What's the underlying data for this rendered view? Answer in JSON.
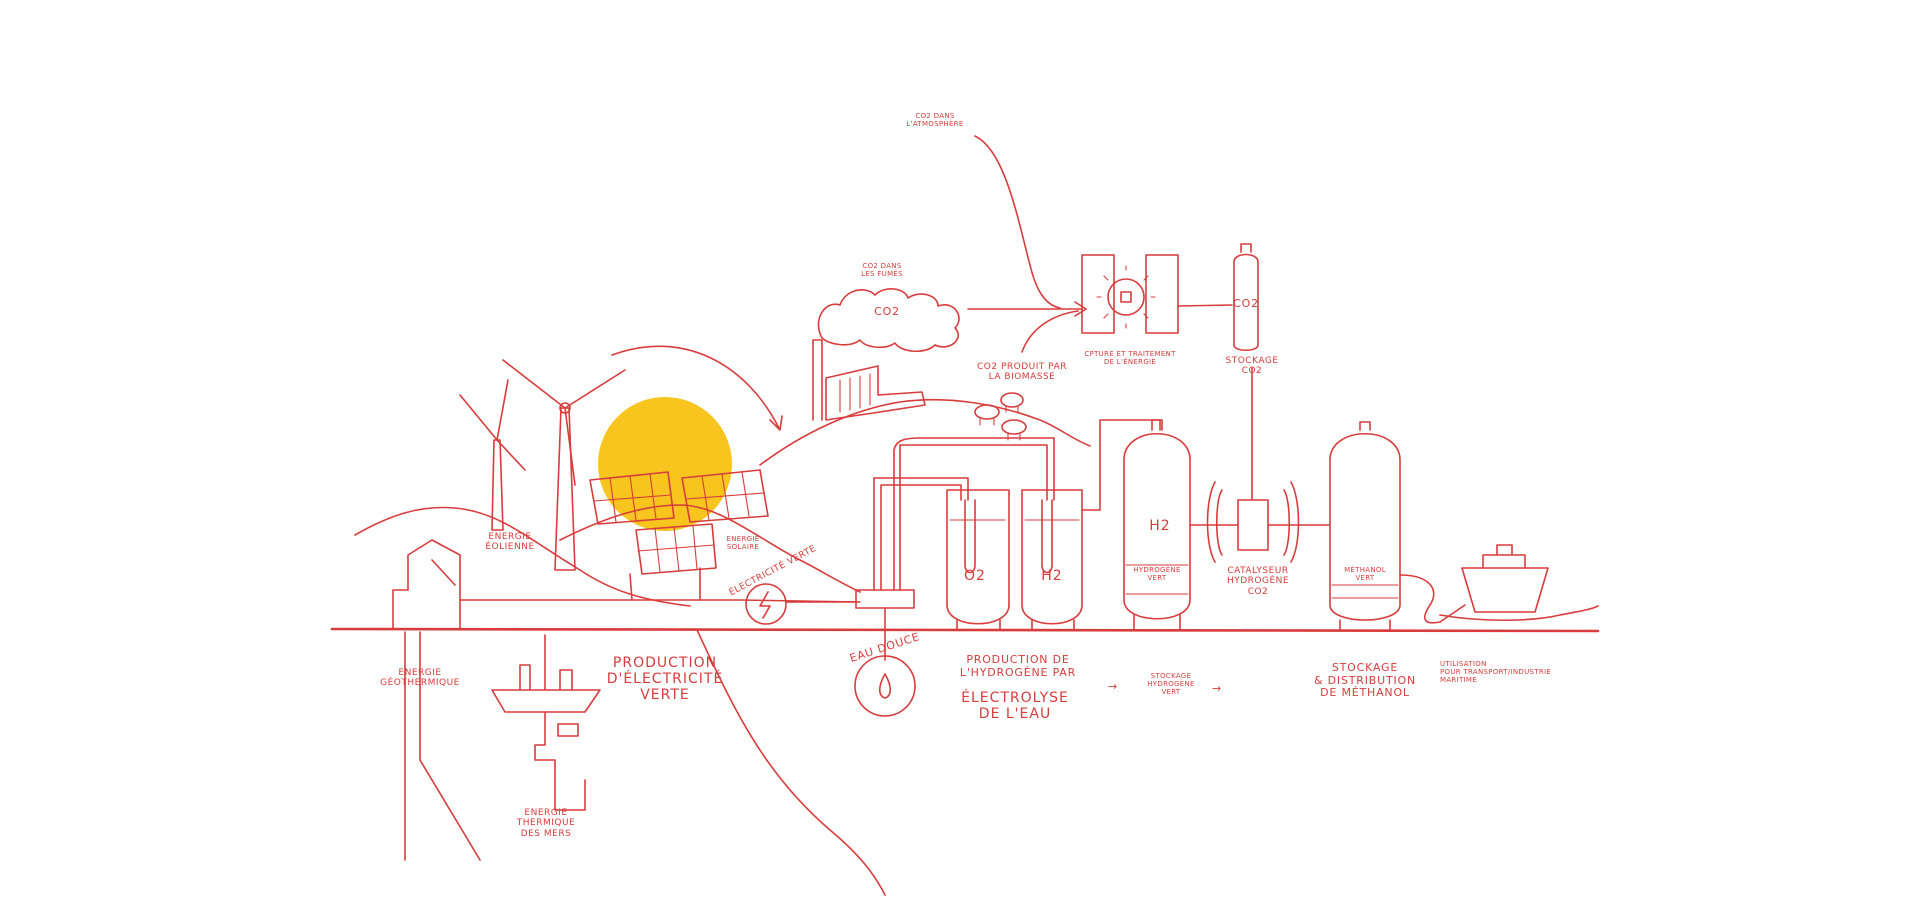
{
  "colors": {
    "ink": "#d83c3c",
    "sun": "#f7c51e",
    "background": "#ffffff"
  },
  "labels": {
    "co2_atmosphere": "CO2 dans\nl'atmosphère",
    "co2_fumes": "CO2 dans\nles fumés",
    "co2_chimney": "CO2",
    "co2_biomass": "CO2 produit par\nla biomasse",
    "capture": "Cpture et traitement\nde l'énergie",
    "co2_tank": "CO2",
    "co2_storage": "Stockage\nCO2",
    "wind": "Energie\néolienne",
    "solar": "Energie\nsolaire",
    "green_electricity_ring": "électricité verte",
    "fresh_water": "Eau douce",
    "o2_tank": "O2",
    "h2_tank": "H2",
    "hydrogen_tank": "H2",
    "green_hydrogen": "Hydrogène\nvert",
    "catalyst": "Catalyseur\nhydrogène\nCO2",
    "methanol_tank": "Méthanol\nvert",
    "geothermal": "Energie\ngéothermique",
    "green_production": "Production\nd'électricité\nverte",
    "thermal_seas": "Energie\nthermique\ndes mers",
    "hydrogen_production": "Production de\nl'hydrogène par",
    "electrolysis": "électrolyse\nde l'eau",
    "hydrogen_storage": "Stockage\nhydrogène\nvert",
    "methanol_storage": "Stockage\n& distribution\nde méthanol",
    "use": "utilisation\npour transport/industrie\nmaritime"
  }
}
